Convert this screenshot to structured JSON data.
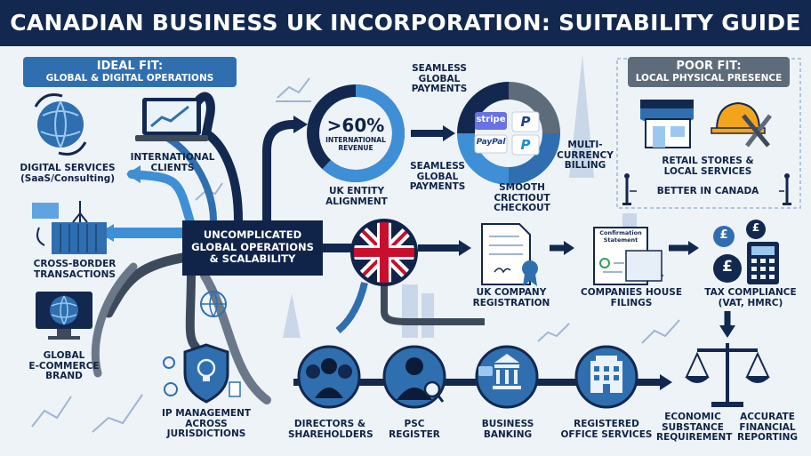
{
  "title": "CANADIAN BUSINESS UK INCORPORATION: SUITABILITY GUIDE",
  "ideal_fit": {
    "heading": "IDEAL FIT:",
    "subheading": "GLOBAL & DIGITAL OPERATIONS",
    "items": [
      {
        "label_lines": [
          "DIGITAL SERVICES",
          "(SaaS/Consulting)"
        ],
        "icon": "globe-icon"
      },
      {
        "label_lines": [
          "INTERNATIONAL",
          "CLIENTS"
        ],
        "icon": "laptop-chart-icon"
      },
      {
        "label_lines": [
          "CROSS-BORDER",
          "TRANSACTIONS"
        ],
        "icon": "shipping-container-icon"
      },
      {
        "label_lines": [
          "GLOBAL",
          "E-COMMERCE",
          "BRAND"
        ],
        "icon": "monitor-globe-icon"
      },
      {
        "label_lines": [
          "IP MANAGEMENT",
          "ACROSS",
          "JURISDICTIONS"
        ],
        "icon": "shield-lightbulb-icon"
      }
    ]
  },
  "poor_fit": {
    "heading": "POOR FIT:",
    "subheading": "LOCAL PHYSICAL PRESENCE",
    "items": [
      {
        "label_lines": [
          "RETAIL STORES &",
          "LOCAL SERVICES"
        ],
        "icon": "storefront-icon"
      }
    ],
    "tag": "BETTER IN CANADA",
    "extra_icon": "hardhat-tools-icon"
  },
  "center": {
    "label_lines": [
      "UNCOMPLICATED",
      "GLOBAL OPERATIONS",
      "& SCALABILITY"
    ]
  },
  "revenue": {
    "value": ">60%",
    "caption_lines": [
      "INTERNATIONAL",
      "REVENUE"
    ],
    "label_lines": [
      "UK ENTITY",
      "ALIGNMENT"
    ],
    "ring_fraction": 0.62
  },
  "payments": {
    "top_label_lines": [
      "SEAMLESS",
      "GLOBAL",
      "PAYMENTS"
    ],
    "bottom_label_lines": [
      "SEAMLESS",
      "GLOBAL",
      "PAYMENTS"
    ],
    "multi_currency_lines": [
      "MULTI-",
      "CURRENCY",
      "BILLING"
    ],
    "checkout_lines": [
      "SMOOTH CRICTIOUT",
      "CHECKOUT"
    ],
    "brands": [
      "stripe",
      "P",
      "PayPal",
      "P"
    ]
  },
  "process": {
    "registration_lines": [
      "UK COMPANY",
      "REGISTRATION"
    ],
    "filings_lines": [
      "COMPANIES HOUSE",
      "FILINGS"
    ],
    "confirmation_lines": [
      "Confirmation",
      "Statement"
    ],
    "tax_lines": [
      "TAX COMPLIANCE",
      "(VAT, HMRC)"
    ],
    "pound_symbol": "£"
  },
  "bottom_row": [
    {
      "label_lines": [
        "DIRECTORS &",
        "SHAREHOLDERS"
      ],
      "icon": "people-group-icon"
    },
    {
      "label_lines": [
        "PSC",
        "REGISTER"
      ],
      "icon": "person-magnifier-icon"
    },
    {
      "label_lines": [
        "BUSINESS",
        "BANKING"
      ],
      "icon": "bank-cards-icon"
    },
    {
      "label_lines": [
        "REGISTERED",
        "OFFICE SERVICES"
      ],
      "icon": "office-building-icon"
    },
    {
      "label_lines": [
        "ECONOMIC",
        "SUBSTANCE",
        "REQUIREMENT"
      ],
      "icon": "scales-icon"
    },
    {
      "label_lines": [
        "ACCURATE",
        "FINANCIAL",
        "REPORTING"
      ],
      "icon": "scales-icon"
    }
  ],
  "colors": {
    "navy": "#10244a",
    "blue": "#2f6fb0",
    "light_blue": "#3f8fd6",
    "gray": "#5d6b7a",
    "background": "#eef3f8",
    "orange": "#f2a51a",
    "uk_red": "#c8102e"
  }
}
